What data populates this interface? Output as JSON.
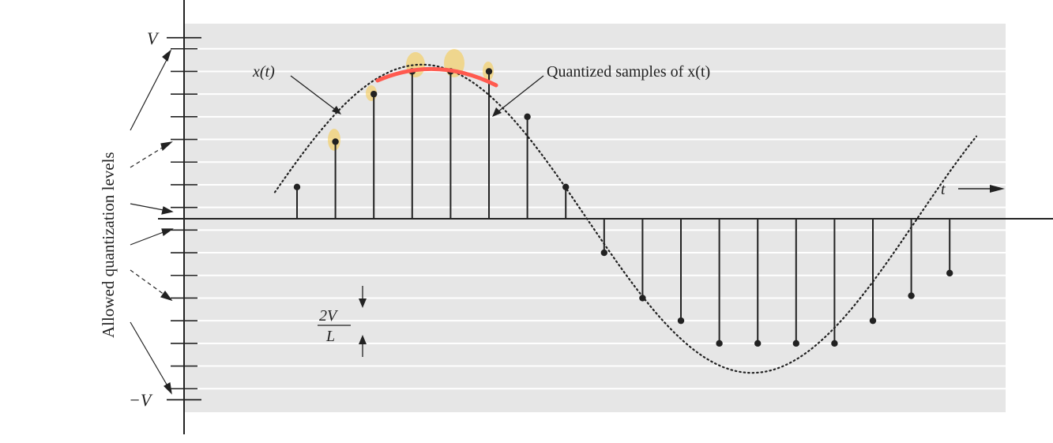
{
  "labels": {
    "v_top": "V",
    "v_bottom": "−V",
    "xt": "x(t)",
    "quantized": "Quantized samples of x(t)",
    "t_axis": "t",
    "allowed_levels": "Allowed quantization levels",
    "step_num": "2V",
    "step_den": "L"
  },
  "quantization": {
    "levels_above_zero": 8,
    "levels_below_zero": 8,
    "level_step_units": 1
  },
  "samples": [
    {
      "index": 1,
      "level": 1.4
    },
    {
      "index": 2,
      "level": 3.4
    },
    {
      "index": 3,
      "level": 5.5
    },
    {
      "index": 4,
      "level": 6.5
    },
    {
      "index": 5,
      "level": 6.5
    },
    {
      "index": 6,
      "level": 6.5
    },
    {
      "index": 7,
      "level": 4.5
    },
    {
      "index": 8,
      "level": 1.4
    },
    {
      "index": 9,
      "level": -1.5
    },
    {
      "index": 10,
      "level": -3.5
    },
    {
      "index": 11,
      "level": -4.5
    },
    {
      "index": 12,
      "level": -5.5
    },
    {
      "index": 13,
      "level": -5.5
    },
    {
      "index": 14,
      "level": -5.5
    },
    {
      "index": 15,
      "level": -5.5
    },
    {
      "index": 16,
      "level": -4.5
    },
    {
      "index": 17,
      "level": -3.4
    },
    {
      "index": 18,
      "level": -2.4
    }
  ],
  "colors": {
    "background_band": "#e6e6e6",
    "grid_line": "#ffffff",
    "ink": "#222222",
    "highlight_red": "#ff5a4f",
    "highlight_yellow": "#f7c948"
  }
}
